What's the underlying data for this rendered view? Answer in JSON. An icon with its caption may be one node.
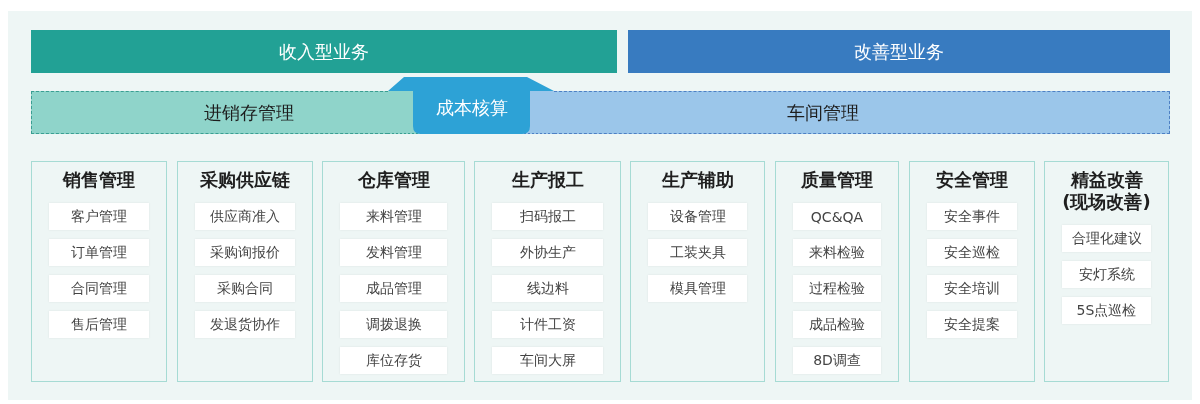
{
  "diagram": {
    "nodes": [
      {
        "text": [
          "收入型业务"
        ]
      },
      {
        "text": [
          "改善型业务"
        ]
      },
      {
        "text": [
          "进销存管理"
        ]
      },
      {
        "text": [
          "成本核算"
        ]
      },
      {
        "text": [
          "车间管理"
        ]
      },
      {
        "text": [
          "销售管理"
        ]
      },
      {
        "text": [
          "客户管理"
        ],
        "in": 5
      },
      {
        "text": [
          "订单管理"
        ],
        "in": 5
      },
      {
        "text": [
          "合同管理"
        ],
        "in": 5
      },
      {
        "text": [
          "售后管理"
        ],
        "in": 5
      },
      {
        "text": [
          "采购供应链"
        ]
      },
      {
        "text": [
          "供应商准入"
        ],
        "in": 10
      },
      {
        "text": [
          "采购询报价"
        ],
        "in": 10
      },
      {
        "text": [
          "采购合同"
        ],
        "in": 10
      },
      {
        "text": [
          "发退货协作"
        ],
        "in": 10
      },
      {
        "text": [
          "仓库管理"
        ]
      },
      {
        "text": [
          "来料管理"
        ],
        "in": 15
      },
      {
        "text": [
          "发料管理"
        ],
        "in": 15
      },
      {
        "text": [
          "成品管理"
        ],
        "in": 15
      },
      {
        "text": [
          "调拨退换"
        ],
        "in": 15
      },
      {
        "text": [
          "库位存货"
        ],
        "in": 15
      },
      {
        "text": [
          "生产报工"
        ]
      },
      {
        "text": [
          "扫码报工"
        ],
        "in": 21
      },
      {
        "text": [
          "外协生产"
        ],
        "in": 21
      },
      {
        "text": [
          "线边料"
        ],
        "in": 21
      },
      {
        "text": [
          "计件工资"
        ],
        "in": 21
      },
      {
        "text": [
          "车间大屏"
        ],
        "in": 21
      },
      {
        "text": [
          "生产辅助"
        ]
      },
      {
        "text": [
          "设备管理"
        ],
        "in": 27
      },
      {
        "text": [
          "工装夹具"
        ],
        "in": 27
      },
      {
        "text": [
          "模具管理"
        ],
        "in": 27
      },
      {
        "text": [
          "质量管理"
        ]
      },
      {
        "text": [
          "QC&QA"
        ],
        "in": 31
      },
      {
        "text": [
          "来料检验"
        ],
        "in": 31
      },
      {
        "text": [
          "过程检验"
        ],
        "in": 31
      },
      {
        "text": [
          "成品检验"
        ],
        "in": 31
      },
      {
        "text": [
          "8D调查"
        ],
        "in": 31
      },
      {
        "text": [
          "安全管理"
        ]
      },
      {
        "text": [
          "安全事件"
        ],
        "in": 37
      },
      {
        "text": [
          "安全巡检"
        ],
        "in": 37
      },
      {
        "text": [
          "安全培训"
        ],
        "in": 37
      },
      {
        "text": [
          "安全提案"
        ],
        "in": 37
      },
      {
        "text": [
          "精益改善(现场改善)"
        ]
      },
      {
        "text": [
          "合理化建议"
        ],
        "in": 42
      },
      {
        "text": [
          "安灯系统"
        ],
        "in": 42
      },
      {
        "text": [
          "5S点巡检"
        ],
        "in": 42
      }
    ]
  }
}
